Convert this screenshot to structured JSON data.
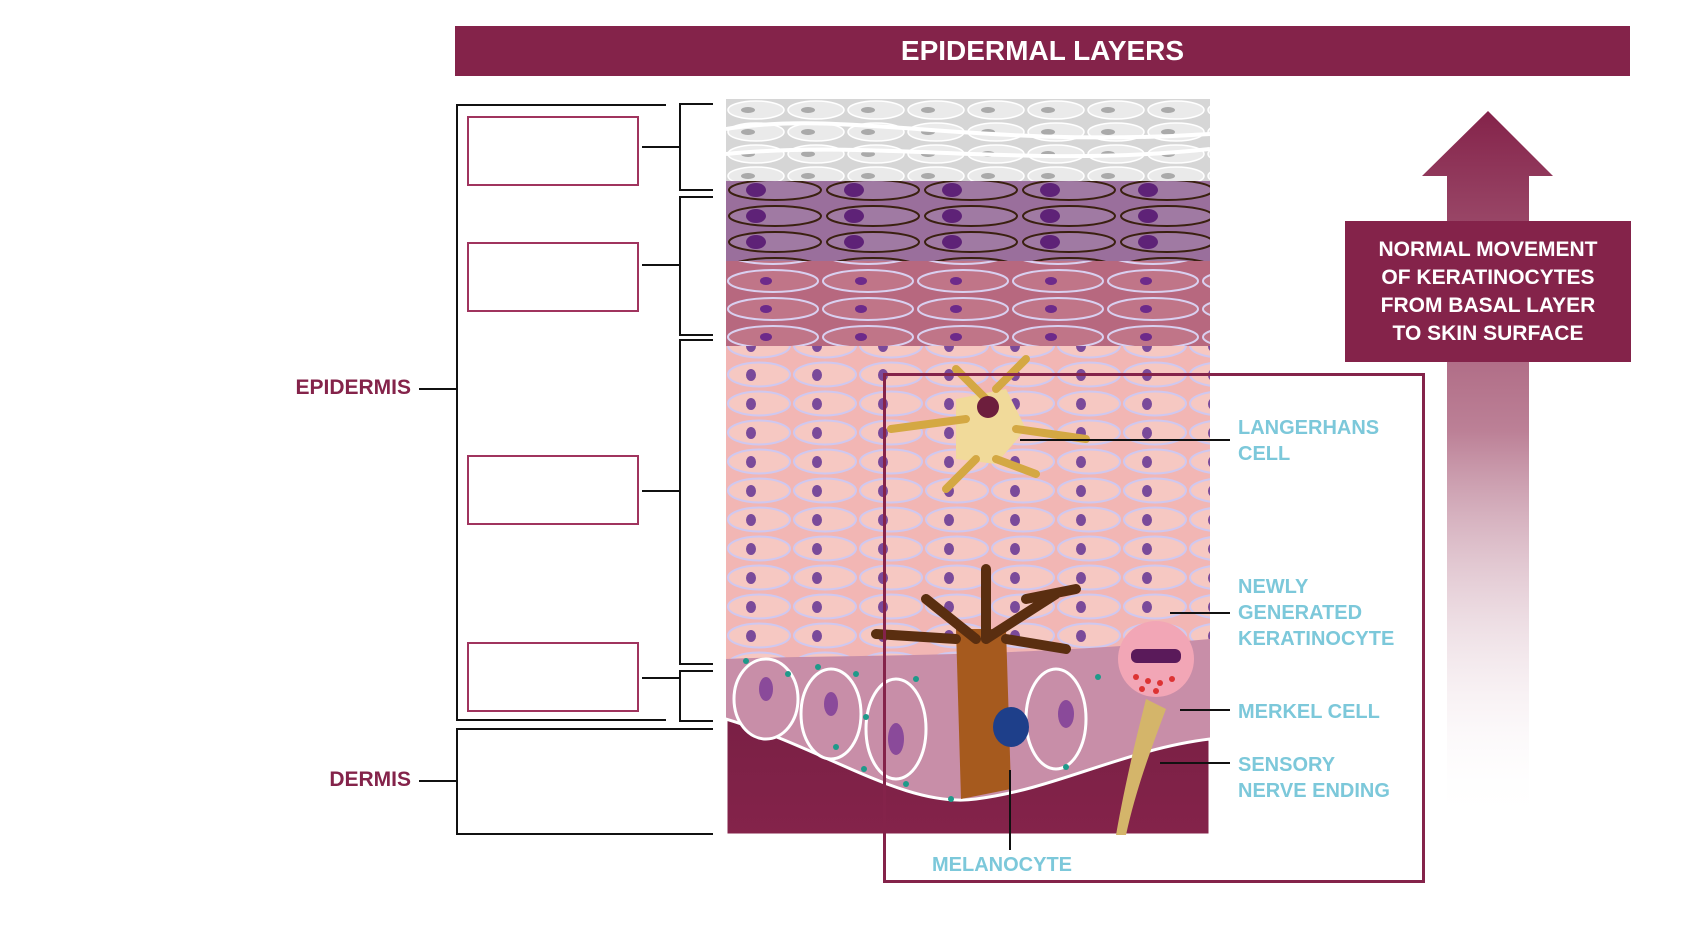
{
  "title": "EPIDERMAL LAYERS",
  "side_labels": {
    "epidermis": "EPIDERMIS",
    "dermis": "DERMIS"
  },
  "blank_boxes": [
    "",
    "",
    "",
    ""
  ],
  "cell_labels": {
    "langerhans": [
      "LANGERHANS",
      "CELL"
    ],
    "keratinocyte": [
      "NEWLY",
      "GENERATED",
      "KERATINOCYTE"
    ],
    "merkel": "MERKEL CELL",
    "sensory": [
      "SENSORY",
      "NERVE ENDING"
    ],
    "melanocyte": "MELANOCYTE"
  },
  "movement_note": [
    "NORMAL MOVEMENT",
    "OF KERATINOCYTES",
    "FROM BASAL LAYER",
    "TO SKIN SURFACE"
  ],
  "colors": {
    "brand": "#84234a",
    "label": "#7cc8da"
  }
}
